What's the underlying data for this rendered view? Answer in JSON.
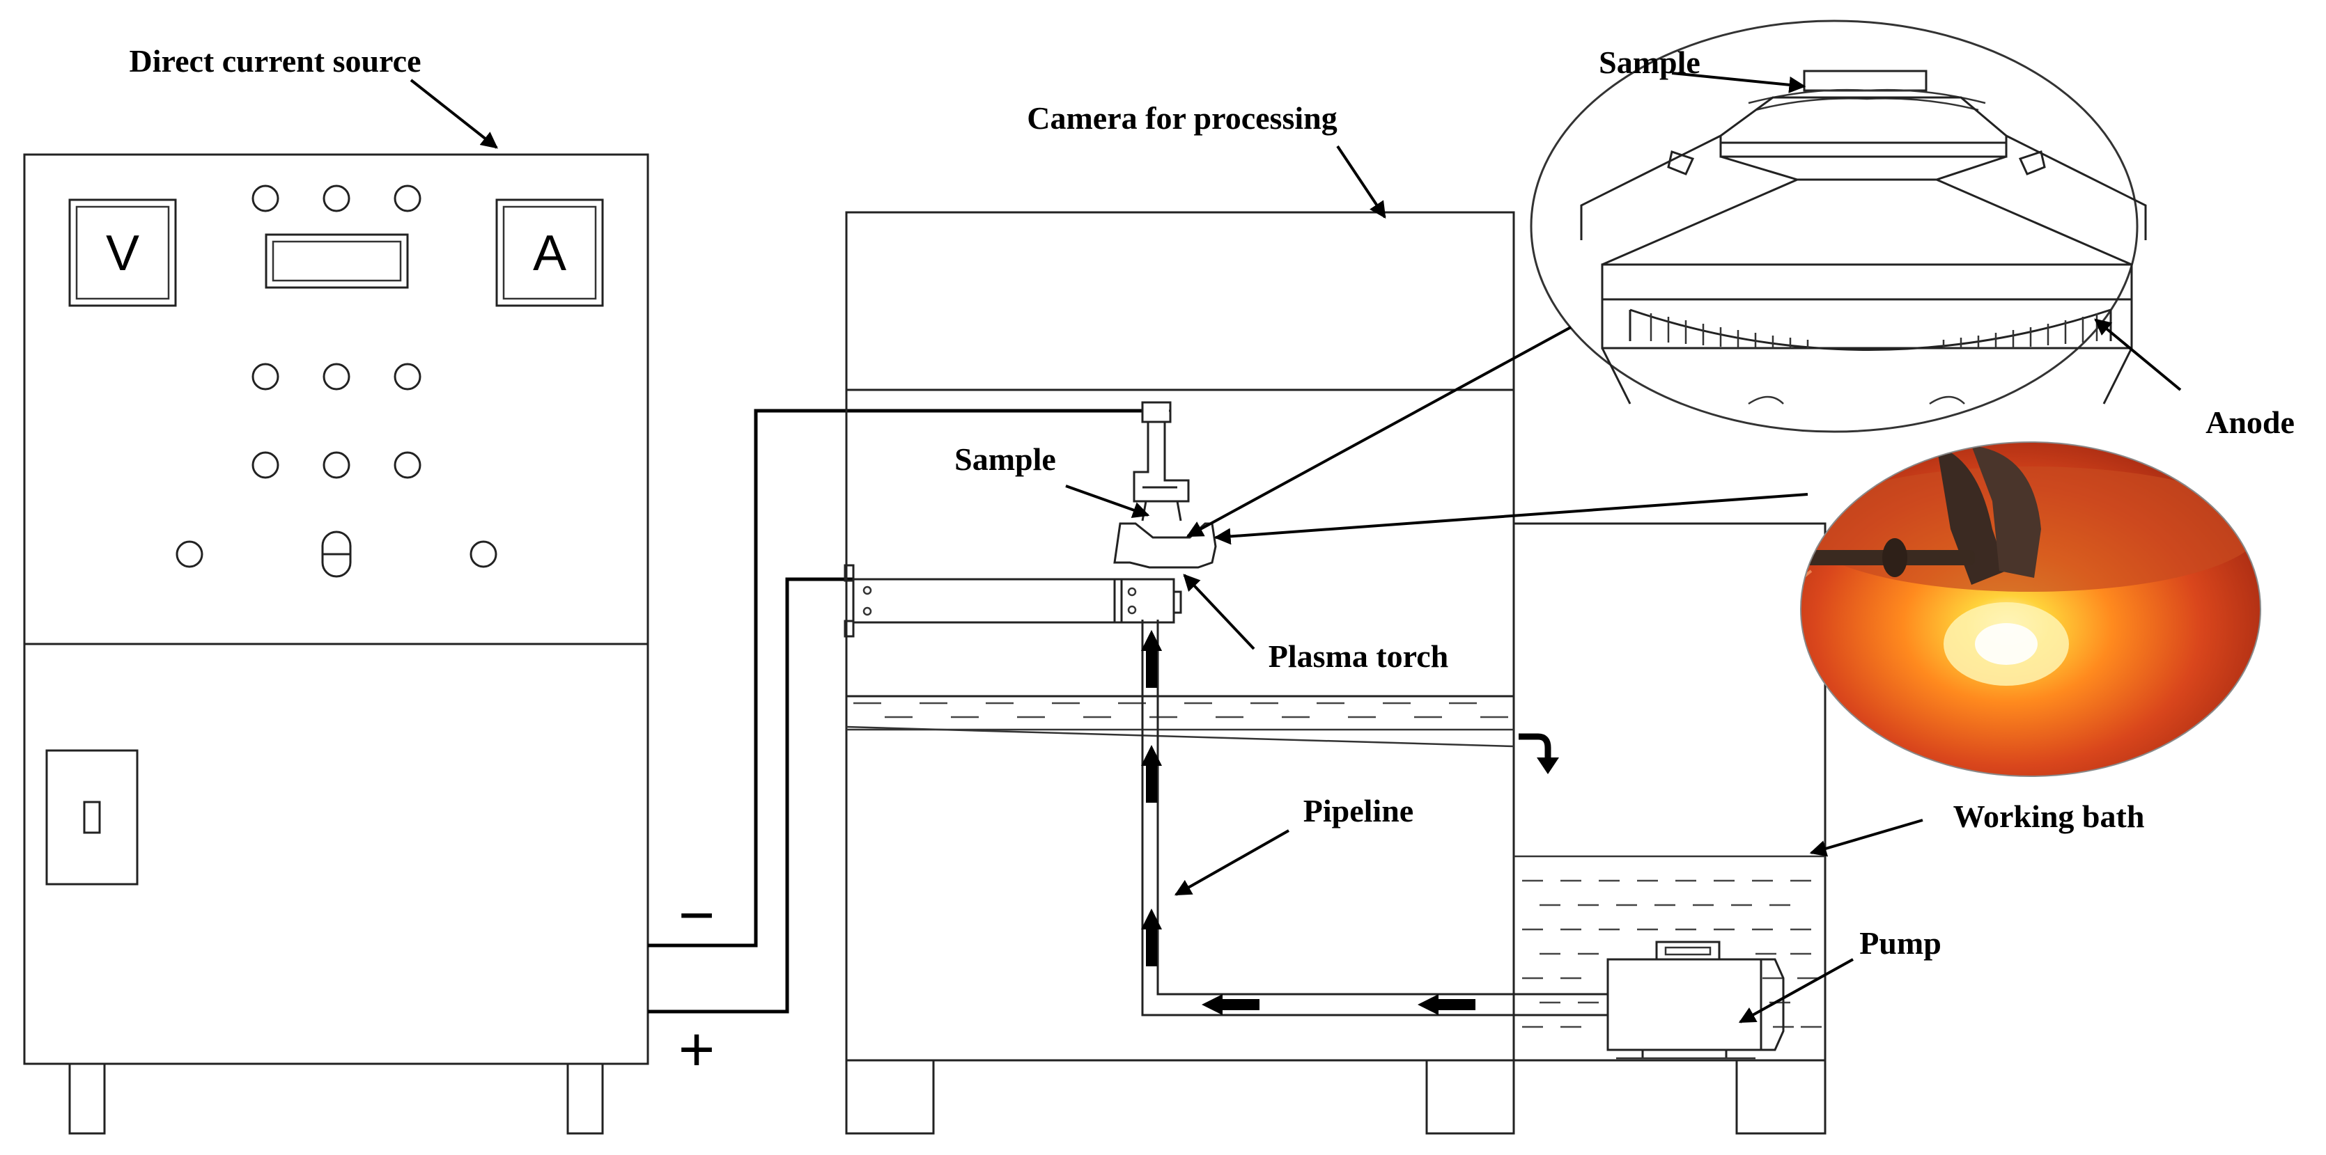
{
  "labels": {
    "dc_source": "Direct current source",
    "camera": "Camera for processing",
    "sample_main": "Sample",
    "plasma_torch": "Plasma torch",
    "pipeline": "Pipeline",
    "working_bath": "Working bath",
    "pump": "Pump",
    "sample_zoom": "Sample",
    "anode": "Anode"
  },
  "meters": {
    "voltmeter": "V",
    "ammeter": "A"
  },
  "polarity": {
    "negative": "−",
    "positive": "+"
  },
  "colors": {
    "line": "#000000",
    "plasma_glow": "#ffcc33",
    "electrolyte": "#e85a2a"
  }
}
